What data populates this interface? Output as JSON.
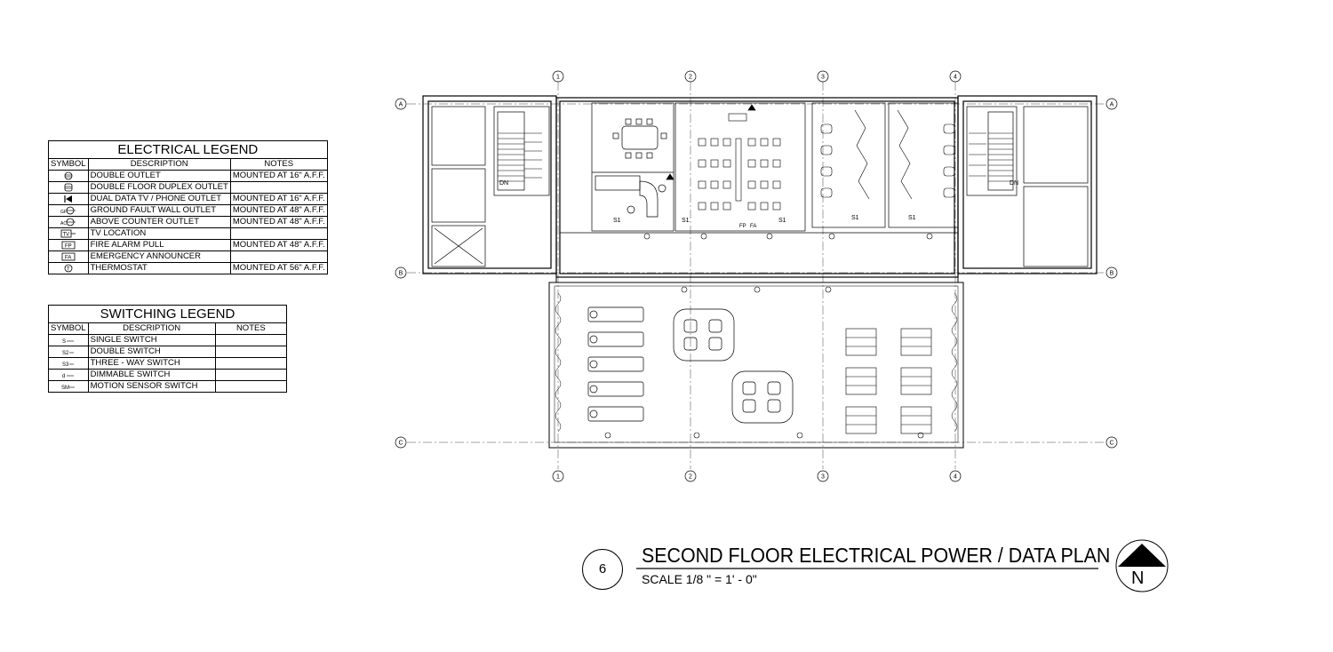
{
  "electrical_legend": {
    "title": "ELECTRICAL LEGEND",
    "columns": [
      "SYMBOL",
      "DESCRIPTION",
      "NOTES"
    ],
    "rows": [
      {
        "icon": "double-outlet-icon",
        "description": "DOUBLE OUTLET",
        "notes": "MOUNTED AT 16\" A.F.F."
      },
      {
        "icon": "floor-duplex-outlet-icon",
        "description": "DOUBLE FLOOR DUPLEX OUTLET",
        "notes": ""
      },
      {
        "icon": "data-phone-outlet-icon",
        "description": "DUAL DATA TV / PHONE OUTLET",
        "notes": "MOUNTED AT 16\" A.F.F."
      },
      {
        "icon": "gfci-outlet-icon",
        "description": "GROUND FAULT WALL OUTLET",
        "notes": "MOUNTED AT 48\" A.F.F."
      },
      {
        "icon": "counter-outlet-icon",
        "description": "ABOVE COUNTER OUTLET",
        "notes": "MOUNTED AT 48\" A.F.F."
      },
      {
        "icon": "tv-location-icon",
        "description": "TV LOCATION",
        "notes": ""
      },
      {
        "icon": "fire-alarm-pull-icon",
        "description": "FIRE ALARM PULL",
        "notes": "MOUNTED AT 48\" A.F.F."
      },
      {
        "icon": "emergency-announcer-icon",
        "description": "EMERGENCY ANNOUNCER",
        "notes": ""
      },
      {
        "icon": "thermostat-icon",
        "description": "THERMOSTAT",
        "notes": "MOUNTED AT 56\" A.F.F."
      }
    ]
  },
  "switching_legend": {
    "title": "SWITCHING LEGEND",
    "columns": [
      "SYMBOL",
      "DESCRIPTION",
      "NOTES"
    ],
    "rows": [
      {
        "icon": "single-switch-icon",
        "description": "SINGLE SWITCH",
        "notes": ""
      },
      {
        "icon": "double-switch-icon",
        "description": "DOUBLE SWITCH",
        "notes": ""
      },
      {
        "icon": "three-way-switch-icon",
        "description": "THREE - WAY SWITCH",
        "notes": ""
      },
      {
        "icon": "dimmable-switch-icon",
        "description": "DIMMABLE SWITCH",
        "notes": ""
      },
      {
        "icon": "motion-sensor-switch-icon",
        "description": "MOTION SENSOR SWITCH",
        "notes": ""
      }
    ]
  },
  "grid_labels": {
    "columns": [
      "1",
      "2",
      "3",
      "4"
    ],
    "rows": [
      "A",
      "B",
      "C"
    ]
  },
  "plan_tags": {
    "switch": "S1",
    "down": "DN",
    "fire_alarm": "FP",
    "announcer": "FA"
  },
  "title_block": {
    "sheet_number": "6",
    "title": "SECOND FLOOR ELECTRICAL POWER / DATA PLAN",
    "scale": "SCALE 1/8 \" = 1' - 0\"",
    "north": "N"
  }
}
